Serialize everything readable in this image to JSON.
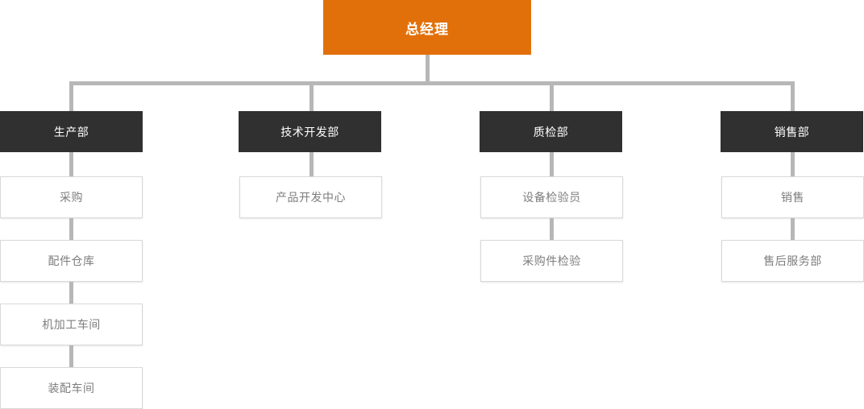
{
  "colors": {
    "root_bg": "#e2700a",
    "root_text": "#ffffff",
    "dept_bg": "#303030",
    "dept_text": "#ffffff",
    "leaf_bg": "#ffffff",
    "leaf_border": "#d9d9d9",
    "leaf_text": "#7d7d7d",
    "connector": "#b7b7b7",
    "page_bg": "#ffffff"
  },
  "chart_data": {
    "type": "diagram",
    "title": "",
    "root": {
      "label": "总经理",
      "level": 0
    },
    "branches": [
      {
        "label": "生产部",
        "level": 1,
        "children": [
          {
            "label": "采购",
            "level": 2
          },
          {
            "label": "配件仓库",
            "level": 2
          },
          {
            "label": "机加工车间",
            "level": 2
          },
          {
            "label": "装配车间",
            "level": 2
          }
        ]
      },
      {
        "label": "技术开发部",
        "level": 1,
        "children": [
          {
            "label": "产品开发中心",
            "level": 2
          }
        ]
      },
      {
        "label": "质检部",
        "level": 1,
        "children": [
          {
            "label": "设备检验员",
            "level": 2
          },
          {
            "label": "采购件检验",
            "level": 2
          }
        ]
      },
      {
        "label": "销售部",
        "level": 1,
        "children": [
          {
            "label": "销售",
            "level": 2
          },
          {
            "label": "售后服务部",
            "level": 2
          }
        ]
      }
    ]
  }
}
